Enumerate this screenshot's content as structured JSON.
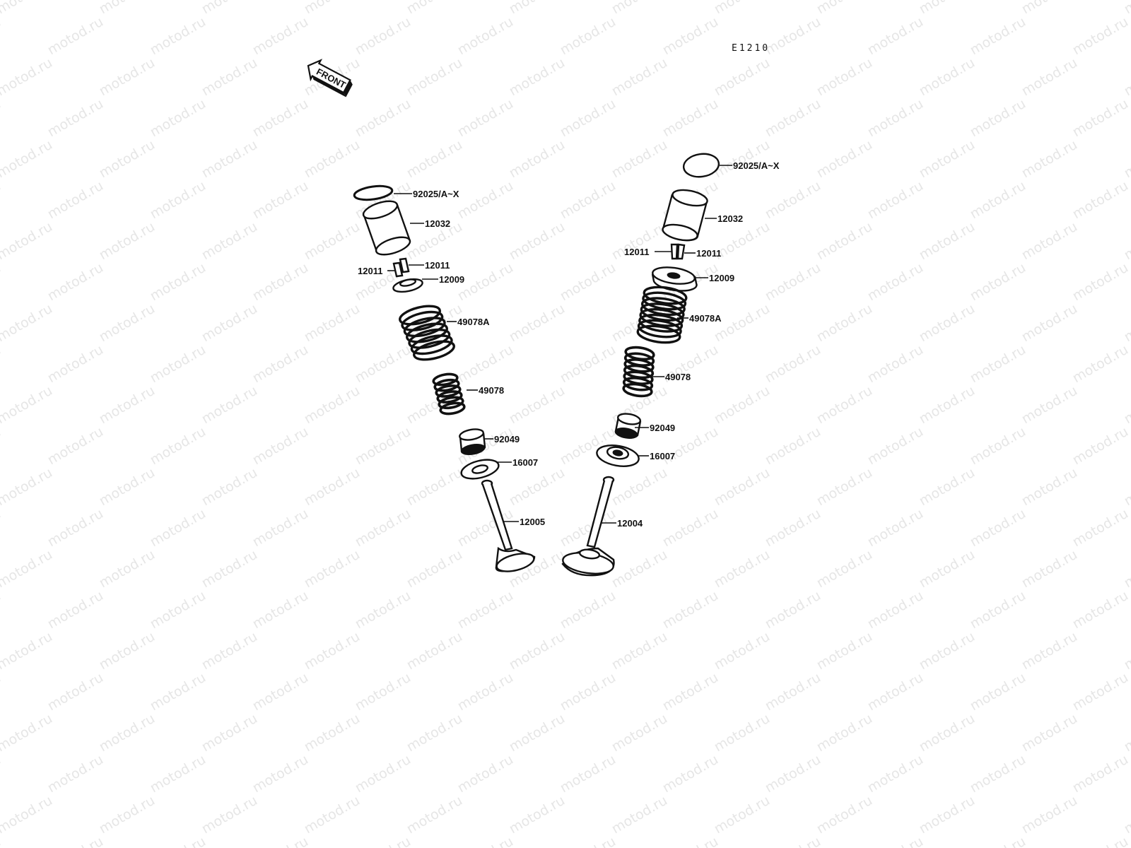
{
  "watermark": "motod.ru",
  "diagram_code": "E1210",
  "front_marker": "FRONT",
  "left_assembly": {
    "shim": "92025/A~X",
    "tappet": "12032",
    "cotter_upper": "12011",
    "cotter_lower": "12011",
    "retainer": "12009",
    "outer_spring": "49078A",
    "inner_spring": "49078",
    "stem_seal": "92049",
    "spring_seat": "16007",
    "valve": "12005"
  },
  "right_assembly": {
    "shim": "92025/A~X",
    "tappet": "12032",
    "cotter_left": "12011",
    "cotter_right": "12011",
    "retainer": "12009",
    "outer_spring": "49078A",
    "inner_spring": "49078",
    "stem_seal": "92049",
    "spring_seat": "16007",
    "valve": "12004"
  }
}
